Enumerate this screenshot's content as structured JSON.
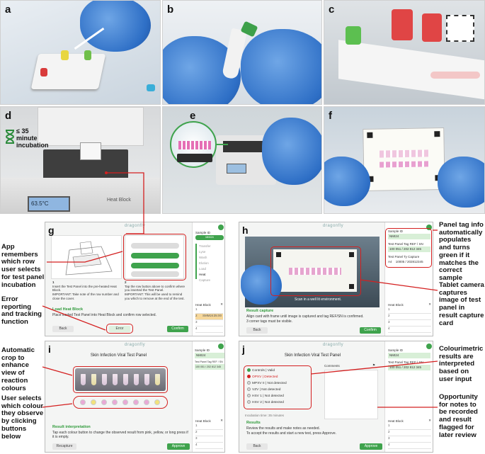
{
  "panel_labels": {
    "a": "a",
    "b": "b",
    "c": "c",
    "d": "d",
    "e": "e",
    "f": "f",
    "g": "g",
    "h": "h",
    "i": "i",
    "j": "j"
  },
  "photo_d": {
    "incubation_text": "≤ 35 minute incubation",
    "display": "63.5°C",
    "device_label": "Heat Block"
  },
  "brand": "dragonfly",
  "screen_g": {
    "sample_id_label": "Sample ID",
    "sample_id_value": "MMI24",
    "steps": [
      "Transfer",
      "Lyse",
      "Wash",
      "Elution",
      "Load",
      "Heat",
      "Capture"
    ],
    "instruction_1_num": "1",
    "instruction_1": "Insert the Test Panel into the pre-heated Heat Block.",
    "instruction_1_note": "IMPORTANT: Take note of the row number and close the cover.",
    "instruction_2_num": "2",
    "instruction_2": "Tap the row button above to confirm where you inserted the Test Panel.",
    "instruction_2_note": "IMPORTANT: This will be used to remind you which to remove at the end of the test.",
    "title": "Load Heat Block",
    "subtitle": "Place loaded Test Panel into Heat Block and confirm row selected.",
    "back": "Back",
    "error": "Error",
    "confirm": "Confirm",
    "heat_block_label": "Heat Block",
    "rows": [
      {
        "num": "1",
        "name": "",
        "time": ""
      },
      {
        "num": "2",
        "name": "SMM24",
        "time": "35:00"
      },
      {
        "num": "3",
        "name": "",
        "time": ""
      },
      {
        "num": "4",
        "name": "",
        "time": ""
      }
    ]
  },
  "screen_h": {
    "sample_id_label": "Sample ID",
    "sample_id_value": "NMI24",
    "ref_label": "Test Panel Tag REF / SN",
    "ref_value": "100 051 / 202 812 345",
    "capture_label": "Test Panel Ty Capture",
    "capture_value_a": "A4",
    "capture_value_b": "10005 / 202812345",
    "camera_text": "Scan in a well lit environment.",
    "title": "Result capture",
    "subtitle_1": "Align card with frame until image is captured and tag REF/SN is confirmed.",
    "subtitle_2": "3 corner tags must be visible.",
    "back": "Back",
    "confirm": "Confirm",
    "heat_block_label": "Heat Block",
    "rows": [
      "1",
      "2",
      "3",
      "4"
    ]
  },
  "screen_i": {
    "panel_title": "Skin Infection Viral Test Panel",
    "sample_id_label": "Sample ID",
    "sample_id_value": "NMI24",
    "ref_label": "Test Panel Tag REF / SN",
    "ref_value": "100 051 / 202 812 345",
    "title": "Result interpretation",
    "subtitle": "Tap each colour button to change the observed result from pink, yellow, or long press if it is empty.",
    "recapture": "Recapture",
    "approve": "Approve",
    "heat_block_label": "Heat Block",
    "rows": [
      "1",
      "2",
      "3",
      "4"
    ]
  },
  "screen_j": {
    "panel_title": "Skin Infection Viral Test Panel",
    "sample_id_label": "Sample ID",
    "sample_id_value": "NMI24",
    "ref_label": "Test Panel Tag REF / SN",
    "ref_value": "100 051 / 202 812 345",
    "comments_label": "Comments",
    "results": [
      {
        "text": "Controls | Valid",
        "status": "valid"
      },
      {
        "text": "OPXV | Detected",
        "status": "detected"
      },
      {
        "text": "MPXV II | Not detected",
        "status": "none"
      },
      {
        "text": "VZV | Not detected",
        "status": "none"
      },
      {
        "text": "HSV 1 | Not detected",
        "status": "none"
      },
      {
        "text": "HSV 2 | Not detected",
        "status": "none"
      }
    ],
    "incubation": "Incubation time: 35 minutes",
    "title": "Results",
    "subtitle_1": "Review the results and make notes as needed.",
    "subtitle_2": "To accept the results and start a new test, press Approve.",
    "back": "Back",
    "approve": "Approve",
    "heat_block_label": "Heat Block",
    "rows": [
      "1",
      "2",
      "3",
      "4"
    ]
  },
  "annotations": {
    "app_remembers": "App remembers which row user selects for test panel incubation",
    "error_reporting": "Error reporting and tracking function",
    "auto_crop": "Automatic crop to enhance view of reaction colours",
    "user_selects": "User selects which colour they observe by clicking buttons below",
    "panel_tag": "Panel tag info automatically populates and turns green if it matches the correct sample",
    "tablet_camera": "Tablet camera captures image of test panel in result capture card",
    "colourimetric": "Colourimetric results are interpreted based on user input",
    "opportunity": "Opportunity for notes to be recorded and result flagged for later review"
  },
  "colors": {
    "accent_green": "#3fa34d",
    "annotation_red": "#d42020",
    "glove_blue": "#2e6fc6",
    "pink": "#e9a9d6",
    "yellow": "#f2e27a"
  }
}
